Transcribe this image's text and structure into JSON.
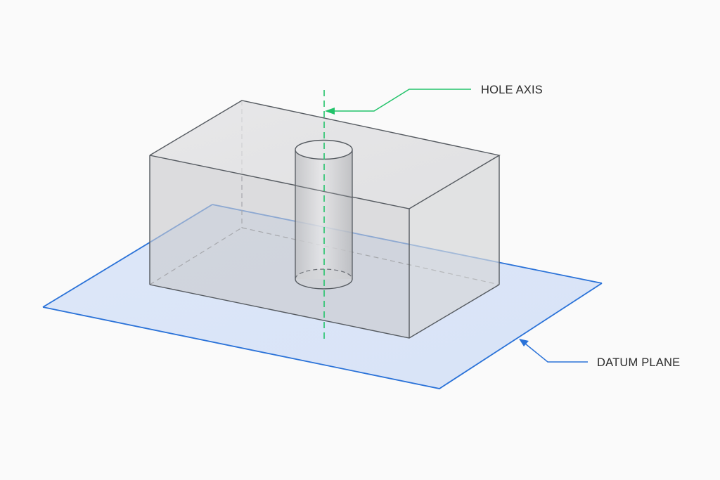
{
  "diagram": {
    "type": "isometric-technical-illustration",
    "subject": "Rectangular block with through hole resting on datum plane",
    "labels": {
      "hole_axis": "HOLE AXIS",
      "datum_plane": "DATUM PLANE"
    },
    "colors": {
      "background": "#fafafa",
      "hole_axis": "#22c36a",
      "datum_plane_edge": "#2a72d8",
      "datum_plane_fill": "#dbe6f8",
      "block_edge": "#555a60",
      "block_fill": "#d9dadc",
      "label_text": "#2b2b2b"
    }
  }
}
